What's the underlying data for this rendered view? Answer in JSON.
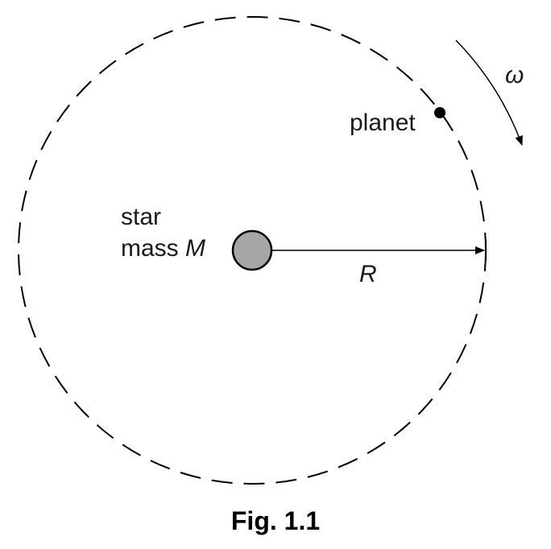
{
  "diagram": {
    "labels": {
      "star_line1": "star",
      "star_line2_prefix": "mass ",
      "star_mass_symbol": "M",
      "planet": "planet",
      "radius_symbol": "R",
      "angular_velocity_symbol": "ω"
    },
    "caption": "Fig. 1.1",
    "colors": {
      "star_fill": "#a6a6a6",
      "line": "#000000"
    }
  }
}
